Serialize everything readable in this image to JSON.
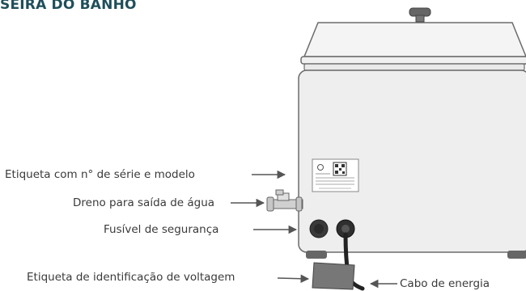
{
  "header": {
    "title": "SEIRA DO BANHO"
  },
  "labels": {
    "serial_label": "Etiqueta com n° de série e modelo",
    "drain": "Dreno para saída de água",
    "fuse": "Fusível de segurança",
    "voltage_label": "Etiqueta de identificação de voltagem",
    "power_cable": "Cabo de energia"
  },
  "colors": {
    "title": "#1f4e5a",
    "outline": "#6b6b6b",
    "body_fill": "#eeeeee",
    "arrow": "#555555"
  }
}
